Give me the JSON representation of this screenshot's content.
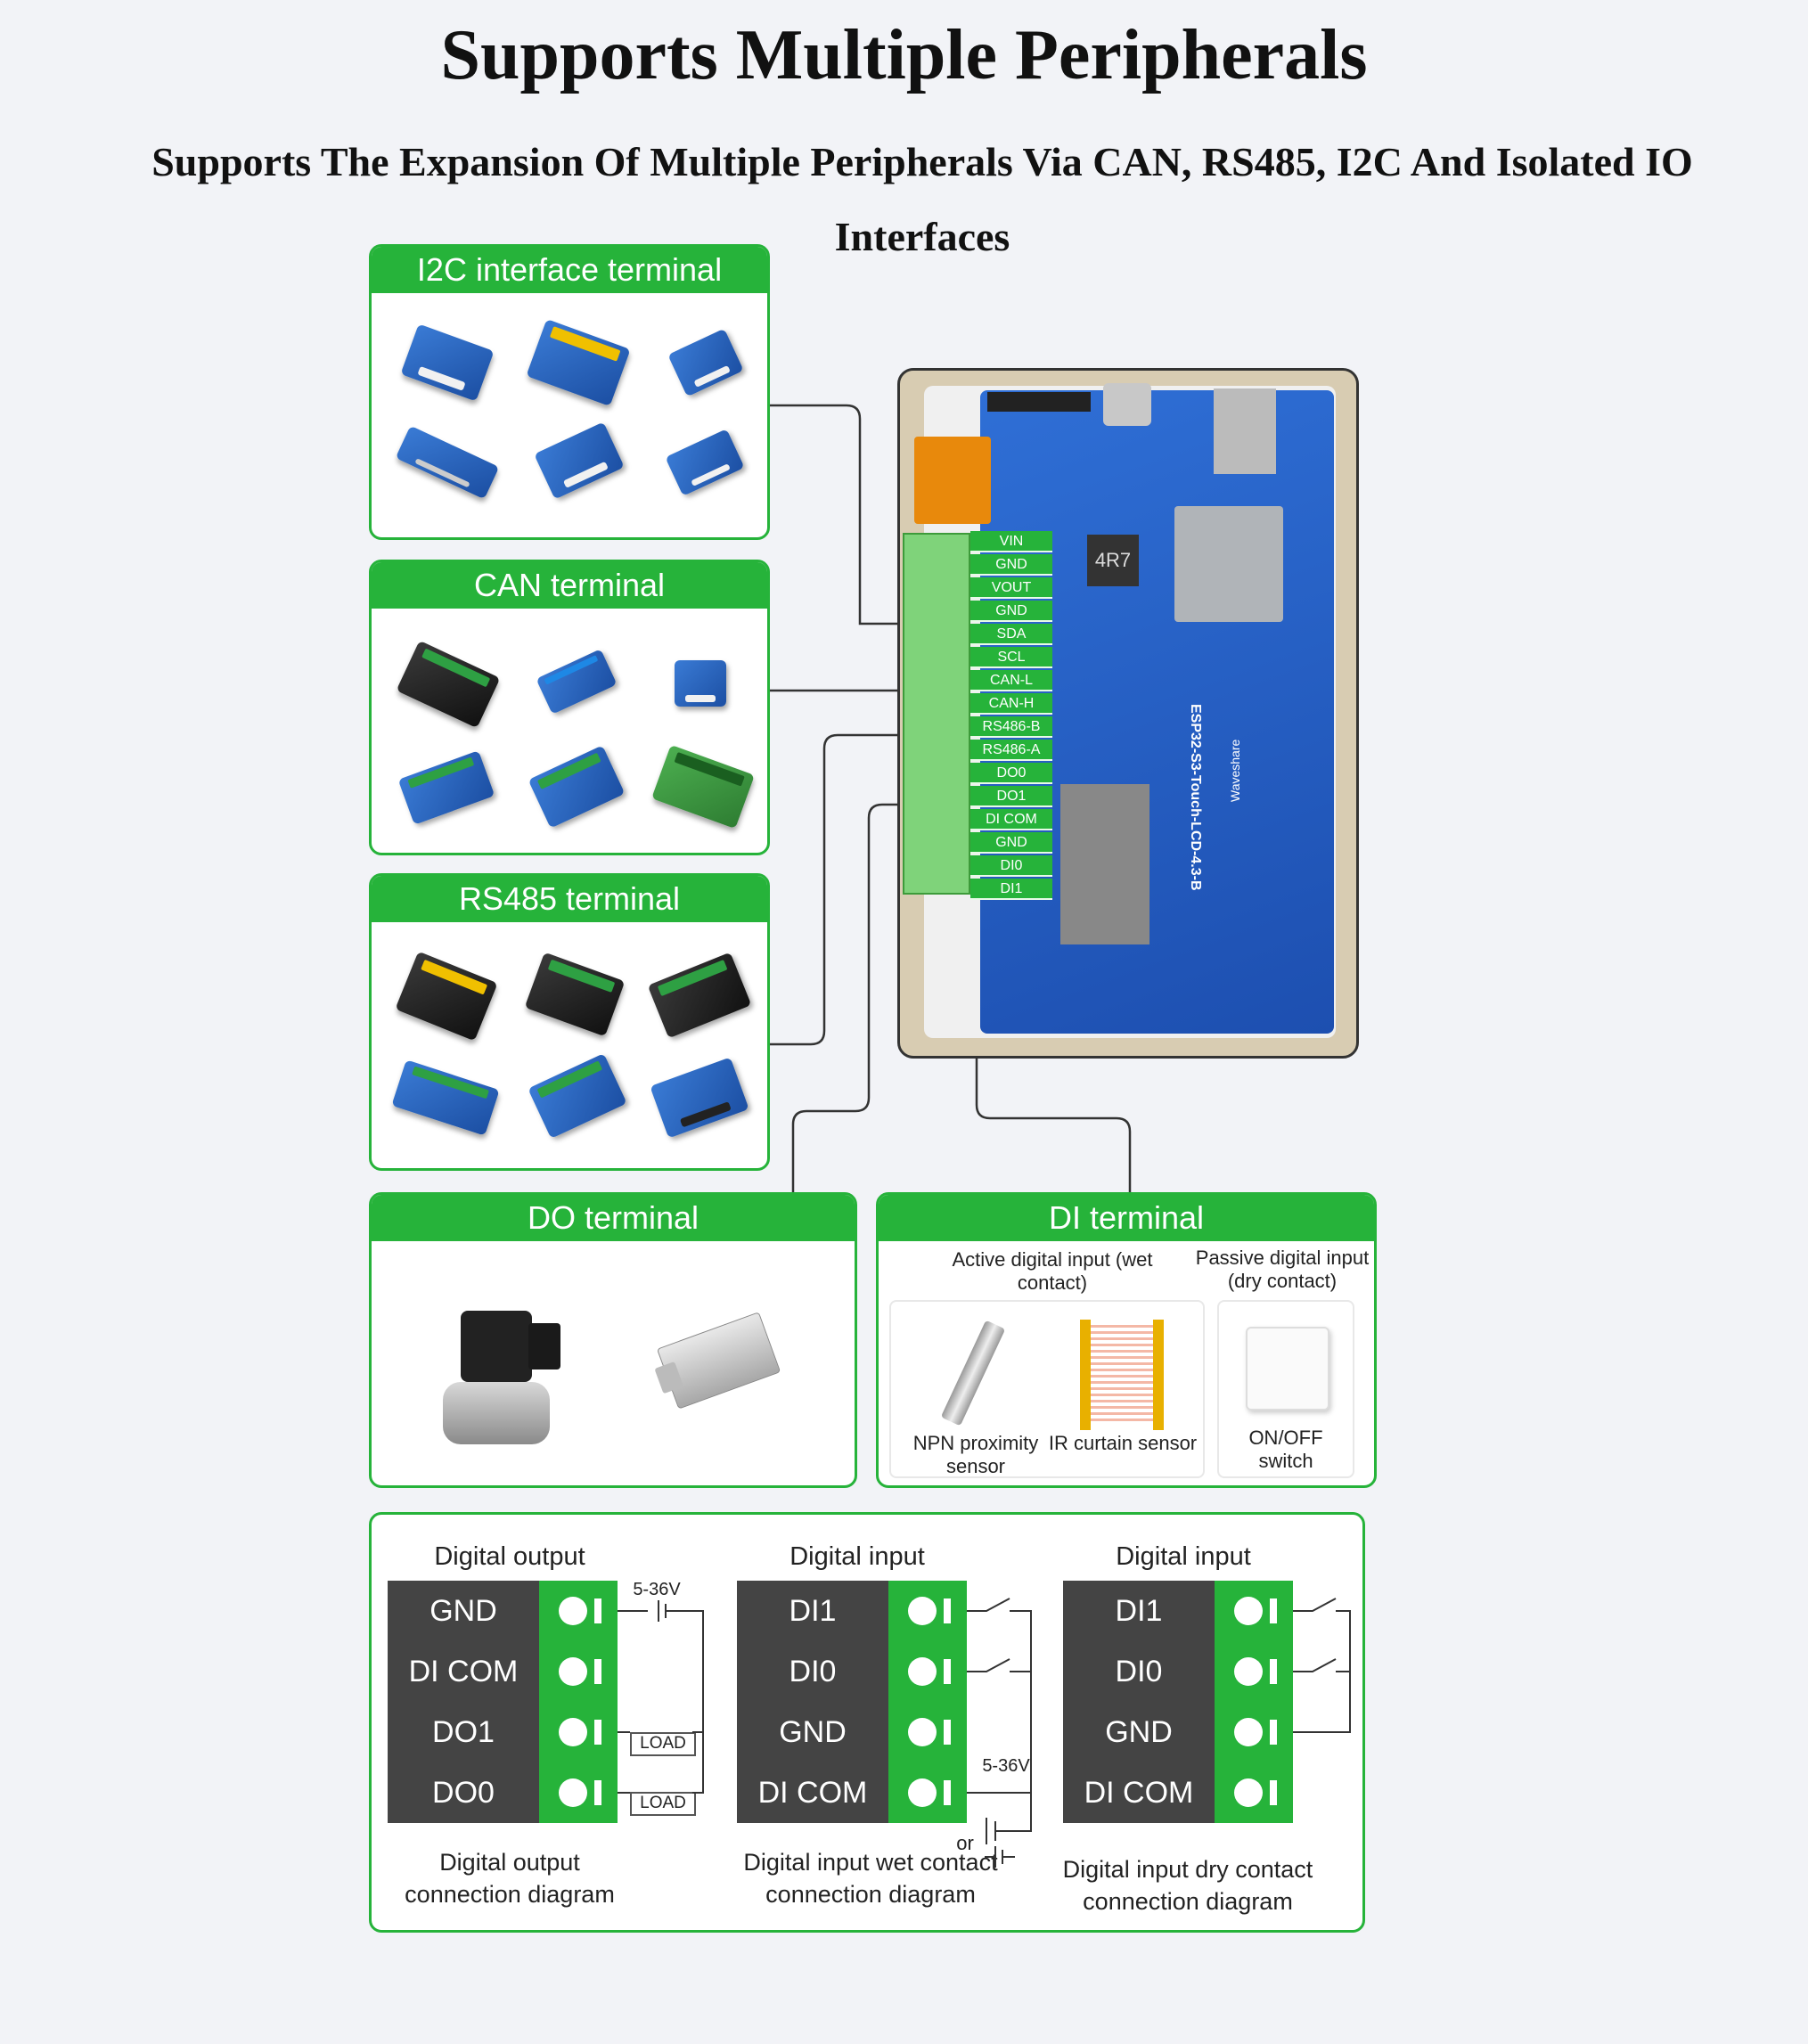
{
  "header": {
    "title": "Supports Multiple Peripherals",
    "subtitle": "Supports The Expansion Of Multiple Peripherals Via CAN, RS485, I2C And Isolated IO Interfaces"
  },
  "panels": {
    "i2c": "I2C interface terminal",
    "can": "CAN terminal",
    "rs485": "RS485 terminal",
    "do": "DO terminal",
    "di": "DI terminal"
  },
  "di": {
    "active_label": "Active digital input (wet contact)",
    "passive_label": "Passive digital input (dry contact)",
    "items": [
      "NPN proximity sensor",
      "IR curtain sensor",
      "ON/OFF switch"
    ]
  },
  "board": {
    "pins": [
      "VIN",
      "GND",
      "VOUT",
      "GND",
      "SDA",
      "SCL",
      "CAN-L",
      "CAN-H",
      "RS486-B",
      "RS486-A",
      "DO0",
      "DO1",
      "DI COM",
      "GND",
      "DI0",
      "DI1"
    ],
    "chip_label": "4R7",
    "model": "ESP32-S3-Touch-LCD-4.3-B",
    "brand": "Waveshare"
  },
  "diagrams": {
    "output": {
      "title": "Digital output",
      "rows": [
        "GND",
        "DI COM",
        "DO1",
        "DO0"
      ],
      "voltage": "5-36V",
      "load": "LOAD",
      "caption": "Digital output connection diagram"
    },
    "wet": {
      "title": "Digital input",
      "rows": [
        "DI1",
        "DI0",
        "GND",
        "DI COM"
      ],
      "voltage": "5-36V",
      "or": "or",
      "caption": "Digital input wet contact connection diagram"
    },
    "dry": {
      "title": "Digital input",
      "rows": [
        "DI1",
        "DI0",
        "GND",
        "DI COM"
      ],
      "caption": "Digital input dry contact connection diagram"
    }
  }
}
